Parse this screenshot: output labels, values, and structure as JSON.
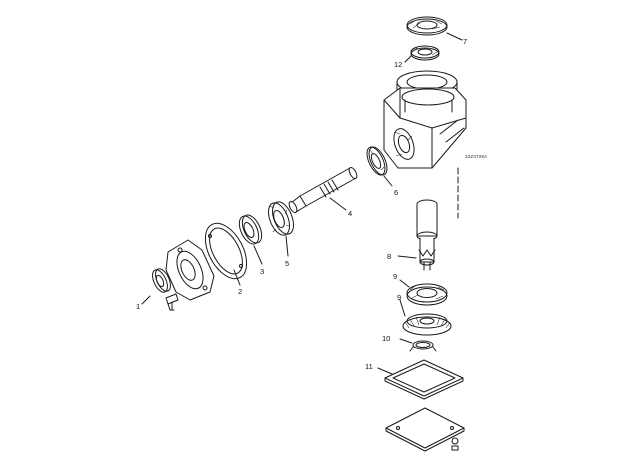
{
  "drawing_code": "32Z4725A",
  "callouts": {
    "c1": "1",
    "c2": "2",
    "c3": "3",
    "c4": "4",
    "c5": "5",
    "c6": "6",
    "c7": "7",
    "c8": "8",
    "c9a": "9",
    "c9b": "9",
    "c10": "10",
    "c11": "11",
    "c12": "12"
  }
}
